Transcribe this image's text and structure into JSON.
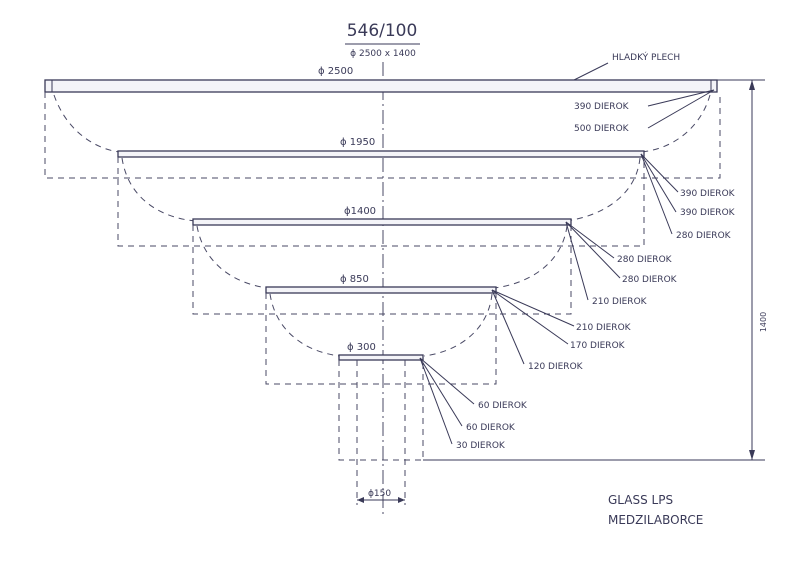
{
  "drawing": {
    "number": "546/100",
    "size_spec": "ϕ 2500 x 1400",
    "material_label": "HLADKÝ PLECH",
    "company_line1": "GLASS LPS",
    "company_line2": "MEDZILABORCE",
    "height_dim": "1400",
    "stem_dim": "ϕ150"
  },
  "tiers": [
    {
      "diameter": "ϕ 2500"
    },
    {
      "diameter": "ϕ 1950"
    },
    {
      "diameter": "ϕ1400"
    },
    {
      "diameter": "ϕ 850"
    },
    {
      "diameter": "ϕ 300"
    }
  ],
  "hole_labels": [
    "390 DIEROK",
    "500 DIEROK",
    "390 DIEROK",
    "390 DIEROK",
    "280 DIEROK",
    "280 DIEROK",
    "280 DIEROK",
    "210 DIEROK",
    "210 DIEROK",
    "170 DIEROK",
    "120 DIEROK",
    "60 DIEROK",
    "60 DIEROK",
    "30 DIEROK"
  ],
  "colors": {
    "ink": "#3a3a58",
    "paper": "#ffffff"
  }
}
